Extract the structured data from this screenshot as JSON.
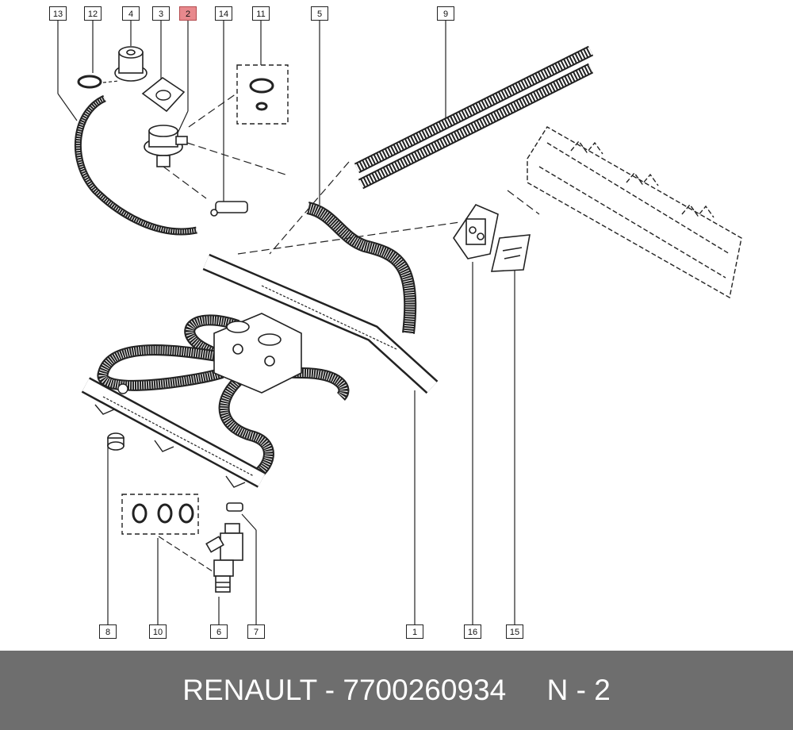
{
  "colors": {
    "highlight": "#e8898d",
    "footer_bg": "#6e6e6e",
    "footer_text": "#ffffff",
    "line": "#222222"
  },
  "callouts": [
    {
      "id": "c13",
      "label": "13",
      "highlight": false
    },
    {
      "id": "c12",
      "label": "12",
      "highlight": false
    },
    {
      "id": "c4",
      "label": "4",
      "highlight": false
    },
    {
      "id": "c3",
      "label": "3",
      "highlight": false
    },
    {
      "id": "c2",
      "label": "2",
      "highlight": true
    },
    {
      "id": "c14",
      "label": "14",
      "highlight": false
    },
    {
      "id": "c11",
      "label": "11",
      "highlight": false
    },
    {
      "id": "c5",
      "label": "5",
      "highlight": false
    },
    {
      "id": "c9",
      "label": "9",
      "highlight": false
    },
    {
      "id": "c8",
      "label": "8",
      "highlight": false
    },
    {
      "id": "c10",
      "label": "10",
      "highlight": false
    },
    {
      "id": "c6",
      "label": "6",
      "highlight": false
    },
    {
      "id": "c7",
      "label": "7",
      "highlight": false
    },
    {
      "id": "c1",
      "label": "1",
      "highlight": false
    },
    {
      "id": "c16",
      "label": "16",
      "highlight": false
    },
    {
      "id": "c15",
      "label": "15",
      "highlight": false
    }
  ],
  "footer": {
    "brand": "RENAULT",
    "separator": " - ",
    "part_number": "7700260934",
    "gap": "     ",
    "position_label": "N - 2"
  }
}
